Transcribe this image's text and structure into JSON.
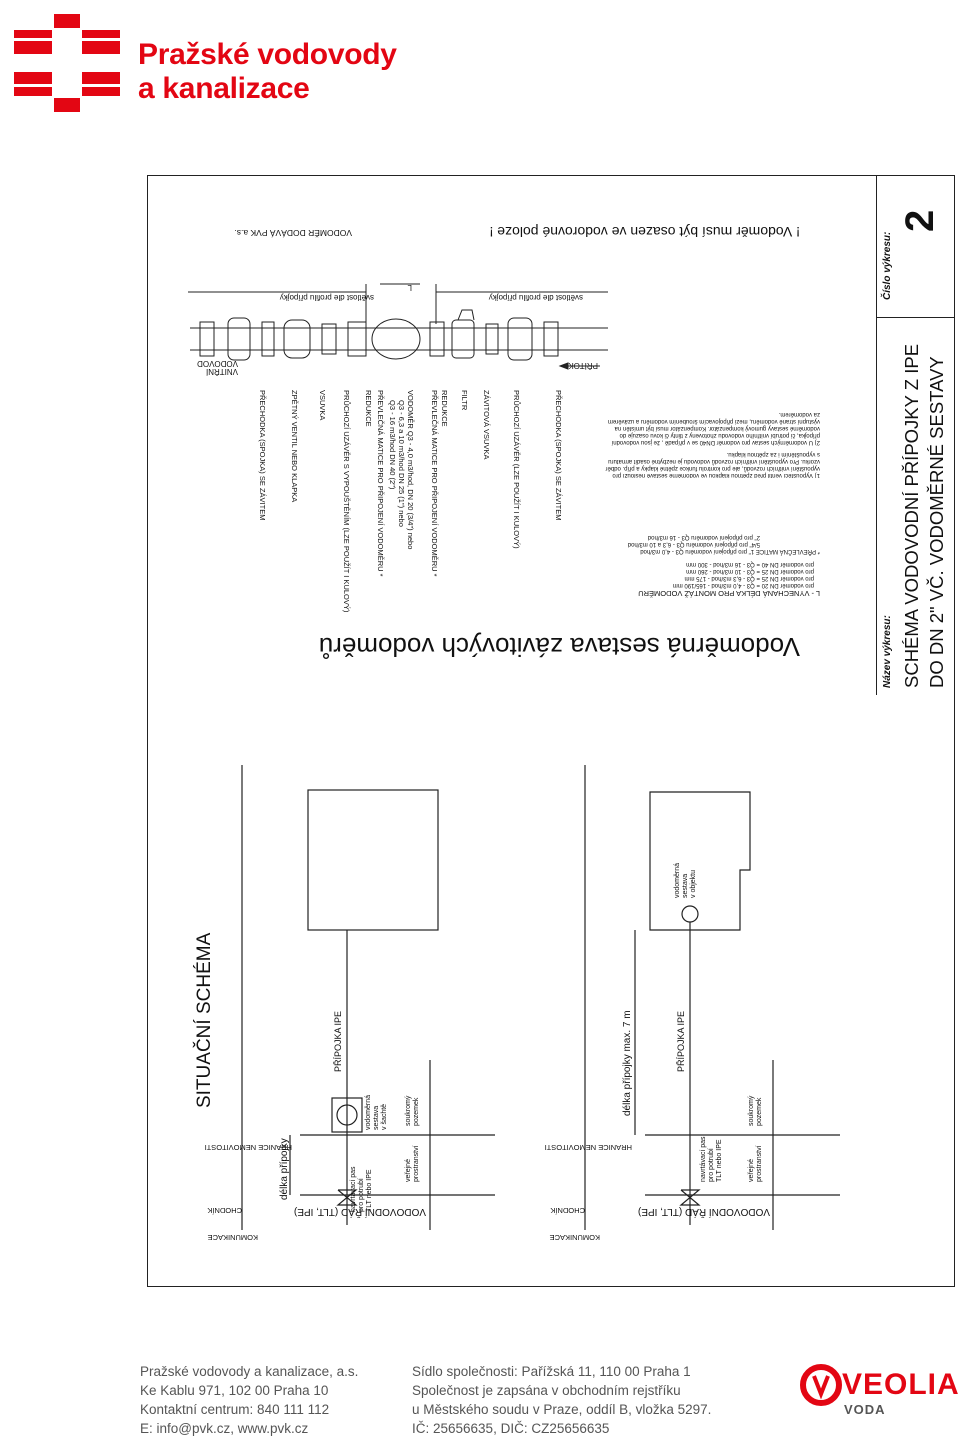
{
  "header": {
    "company_line1": "Pražské vodovody",
    "company_line2": "a kanalizace"
  },
  "title_block": {
    "name_label": "Název výkresu:",
    "name_line1": "SCHÉMA VODOVODNÍ PŘÍPOJKY Z IPE",
    "name_line2": "DO DN 2\" VČ. VODOMĚRNÉ SESTAVY",
    "number_label": "Číslo výkresu:",
    "number": "2"
  },
  "assembly": {
    "title": "Vodoměrná sestava závitových vodoměrů",
    "warning": "! Vodoměr musí být osazen ve vodorovné poloze !",
    "supplier_note": "VODOMĚR DODÁVÁ PVK a.s.",
    "clearance_left": "světlost dle profilu přípojky",
    "clearance_right": "světlost dle profilu přípojky",
    "length_mark": "L",
    "inflow": "PŘÍTOK",
    "internal_line1": "VNITŘNÍ",
    "internal_line2": "VODOVOD",
    "parts": [
      "PŘECHODKA (SPOJKA) SE ZÁVITEM",
      "PRŮCHOZÍ UZÁVĚR (LZE POUŽÍT I KULOVÝ)",
      "ZÁVITOVÁ VSUVKA",
      "FILTR",
      "REDUKCE",
      "PŘEVLEČNÁ MATICE PRO PŘIPOJENÍ VODOMĚRU *",
      "VODOMĚR  Q3 - 4,0 m3/hod, DN 20 (3/4\") nebo",
      "Q3 - 6,3 a 10 m3/hod DN 25 (1\") nebo",
      "Q3 - 16 m3/hod DN 40 (2\")",
      "PŘEVLEČNÁ MATICE PRO PŘIPOJENÍ VODOMĚRU *",
      "REDUKCE",
      "PRŮCHOZÍ UZÁVĚR S VYPOUŠTĚNÍM (LZE POUŽÍT I KULOVÝ)",
      "VSUVKA",
      "ZPĚTNÝ VENTIL NEBO KLAPKA",
      "PŘECHODKA (SPOJKA) SE ZÁVITEM"
    ],
    "length_title": "L - VYNECHANÁ DÉLKA PRO MONTÁŽ VODOMĚRU",
    "lengths": [
      "pro vodoměr  DN 20 = Q3 - 4,0 m3/hod - 165/190 mm",
      "pro vodoměr  DN 25 = Q3 - 6,3 m3/hod - 175 mm",
      "pro vodoměr  DN 25 = Q3 - 10 m3/hod - 260 mm",
      "pro vodoměr  DN 40 = Q3 - 16 m3/hod - 300 mm"
    ],
    "nut_title": "* PŘEVLEČNÁ MATICE 1\"  pro připojení vodoměru Q3 - 4,0 m3/hod",
    "nut_lines": [
      "5/4\"  pro připojení vodoměru Q3 - 6,3 a 10 m3/hod",
      "2\"   pro připojení vodoměru Q3 - 16 m3/hod"
    ],
    "notes": [
      "1) Vypouštěcí ventil před zpětnou klapkou ve vodoměrné sestavě neslouží pro",
      "vypouštění vnitřních rozvodů, ale pro kontrolu funkce zpětné klapky a příp. odběr",
      "vzorku. Pro vypouštění vnitřních rozvodů vodovodu je nezbytné osadit armaturu",
      "s vypouštěním i za zpětnou klapku.",
      "2) U vodoměrných sestav pro vodoměr  DN40 se v případě , že jsou vodovodní",
      "přípojka, či potrubí vnitřního vodovodu zhotoveny z tlinty či kovu osazuje do",
      "vodoměrné sestavy gumový kompenzátor. Kompenzátor musí být umístěn na",
      "výstupní straně vodoměru, mezi připojovacím šroubením vodoměru a uzávěrem",
      "za vodoměrem."
    ]
  },
  "situation": {
    "title": "SITUAČNÍ SCHÉMA",
    "left": {
      "main": "VODOVODNÍ ŘÁD (TLT, IPE)",
      "sidewalk": "CHODNÍK",
      "communication": "KOMUNIKACE",
      "boundary": "HRANICE NEMOVITOSTI",
      "connection": "PŘÍPOJKA IPE",
      "length": "délka přípojky",
      "meter_note": [
        "vodoměrná",
        "sestava",
        "v šachtě"
      ],
      "valve_note": [
        "navrtávací pas",
        "pro potrubí",
        "TLT nebo IPE"
      ],
      "public": [
        "veřejné",
        "prostranství"
      ],
      "private": [
        "soukromý",
        "pozemek"
      ]
    },
    "right": {
      "main": "VODOVODNÍ ŘÁD (TLT, IPE)",
      "sidewalk": "CHODNÍK",
      "communication": "KOMUNIKACE",
      "boundary": "HRANICE NEMOVITOSTI",
      "connection": "PŘÍPOJKA IPE",
      "length": "délka přípojky max. 7 m",
      "meter_note": [
        "vodoměrná",
        "sestava",
        "v objektu"
      ],
      "valve_note": [
        "navrtávací pas",
        "pro potrubí",
        "TLT nebo IPE"
      ],
      "public": [
        "veřejné",
        "prostranství"
      ],
      "private": [
        "soukromý",
        "pozemek"
      ]
    }
  },
  "footer": {
    "left": [
      "Pražské vodovody a kanalizace, a.s.",
      "Ke Kablu 971, 102 00 Praha 10",
      "Kontaktní centrum: 840 111 112",
      "E: info@pvk.cz, www.pvk.cz"
    ],
    "right": [
      "Sídlo společnosti: Pařížská 11, 110 00  Praha 1",
      "Společnost je zapsána v obchodním rejstříku",
      "u Městského soudu v Praze, oddíl B, vložka 5297.",
      "IČ: 25656635, DIČ: CZ25656635"
    ],
    "brand": "VEOLIA",
    "brand_sub": "VODA"
  },
  "colors": {
    "brand_red": "#e30613",
    "footer_text": "#555555",
    "line": "#222222"
  }
}
